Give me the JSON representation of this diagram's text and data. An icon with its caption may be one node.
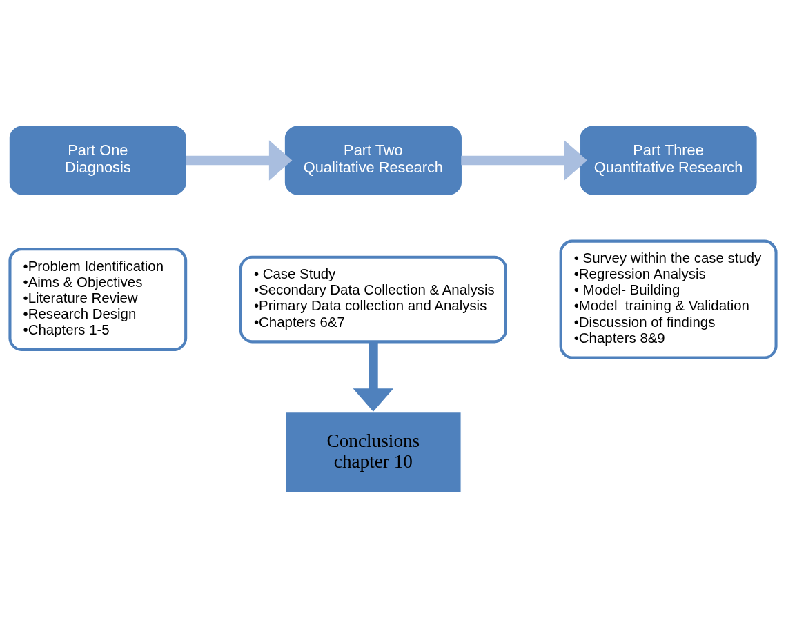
{
  "diagram": {
    "nodes": [
      {
        "text": [
          "Part One",
          "Diagnosis"
        ]
      },
      {
        "text": [
          "•Problem Identification",
          "•Aims & Objectives",
          "•Literature Review",
          "•Research Design",
          "•Chapters 1-5"
        ]
      },
      {
        "text": [
          "Part Two",
          "Qualitative Research"
        ]
      },
      {
        "text": [
          "• Case Study",
          "•Secondary Data Collection & Analysis",
          "•Primary Data collection and Analysis",
          "•Chapters 6&7"
        ]
      },
      {
        "text": [
          "Part Three",
          "Quantitative Research"
        ]
      },
      {
        "text": [
          "• Survey within the case study",
          "•Regression Analysis",
          "• Model- Building",
          "•Model  training & Validation",
          "•Discussion of findings",
          "•Chapters 8&9"
        ]
      },
      {
        "text": [
          "Conclusions",
          "chapter 10"
        ]
      }
    ],
    "edges": [
      {
        "from": 0,
        "to": 2,
        "arrow": "to"
      },
      {
        "from": 2,
        "to": 4,
        "arrow": "to"
      },
      {
        "from": 3,
        "to": 6,
        "arrow": "to",
        "color": "#4f81bd"
      }
    ]
  }
}
